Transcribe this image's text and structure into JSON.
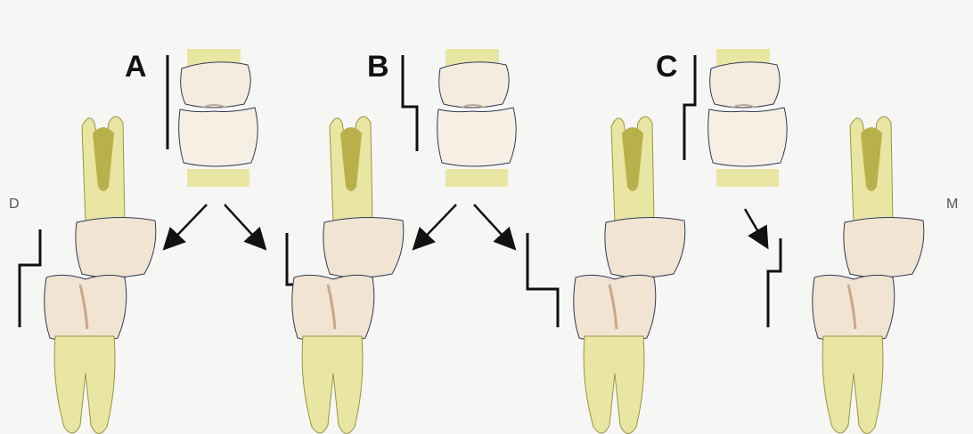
{
  "panels": [
    {
      "id": "A",
      "label": "A"
    },
    {
      "id": "B",
      "label": "B"
    },
    {
      "id": "C",
      "label": "C"
    }
  ],
  "side_labels": {
    "left": "D",
    "right": "M"
  },
  "colors": {
    "background": "#f6f6f4",
    "root": "#e9e6a3",
    "root_shadow": "#b8b04a",
    "crown": "#f2e4d2",
    "crown_upper": "#f4ecdf",
    "outline": "#2f3a55",
    "profile_line": "#111111",
    "arrow": "#111111"
  },
  "icons": {
    "profile_straight": "straight-profile-line",
    "profile_step": "step-profile-line",
    "arrow": "arrow-icon"
  }
}
